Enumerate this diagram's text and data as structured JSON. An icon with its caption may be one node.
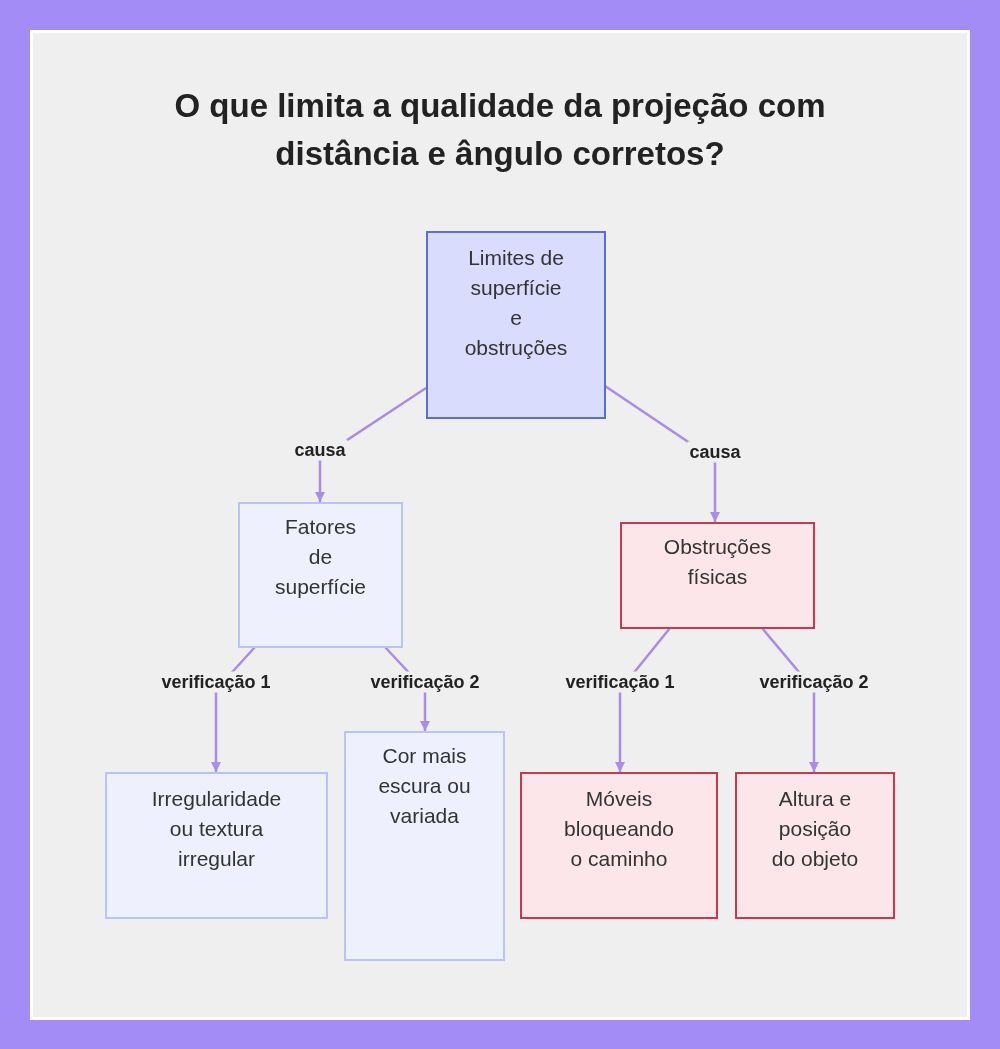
{
  "diagram": {
    "title": "O que limita a qualidade da projeção com distância e ângulo corretos?",
    "nodes": [
      {
        "text": [
          "Limites de superfície e obstruções"
        ]
      },
      {
        "text": [
          "Fatores de superfície"
        ]
      },
      {
        "text": [
          "Obstruções físicas"
        ]
      },
      {
        "text": [
          "Irregularidade ou textura irregular"
        ]
      },
      {
        "text": [
          "Cor mais escura ou variada"
        ]
      },
      {
        "text": [
          "Móveis bloqueando o caminho"
        ]
      },
      {
        "text": [
          "Altura e posição do objeto"
        ]
      }
    ],
    "edges": [
      {
        "from": 0,
        "to": 1,
        "arrow": "to",
        "label": "causa"
      },
      {
        "from": 0,
        "to": 2,
        "arrow": "to",
        "label": "causa"
      },
      {
        "from": 1,
        "to": 3,
        "arrow": "to",
        "label": "verificação 1"
      },
      {
        "from": 1,
        "to": 4,
        "arrow": "to",
        "label": "verificação 2"
      },
      {
        "from": 2,
        "to": 5,
        "arrow": "to",
        "label": "verificação 1"
      },
      {
        "from": 2,
        "to": 6,
        "arrow": "to",
        "label": "verificação 2"
      }
    ]
  }
}
